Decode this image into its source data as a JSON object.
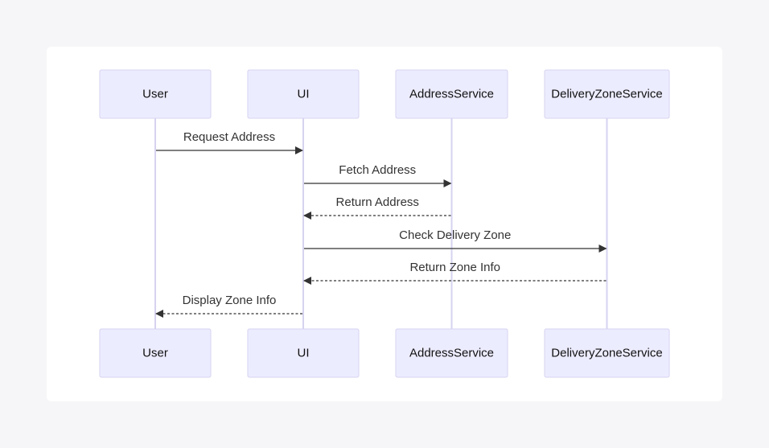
{
  "participants": [
    {
      "id": "user",
      "label": "User"
    },
    {
      "id": "ui",
      "label": "UI"
    },
    {
      "id": "address",
      "label": "AddressService"
    },
    {
      "id": "zone",
      "label": "DeliveryZoneService"
    }
  ],
  "messages": [
    {
      "from": "user",
      "to": "ui",
      "label": "Request Address",
      "style": "solid"
    },
    {
      "from": "ui",
      "to": "address",
      "label": "Fetch Address",
      "style": "solid"
    },
    {
      "from": "address",
      "to": "ui",
      "label": "Return Address",
      "style": "dashed"
    },
    {
      "from": "ui",
      "to": "zone",
      "label": "Check Delivery Zone",
      "style": "solid"
    },
    {
      "from": "zone",
      "to": "ui",
      "label": "Return Zone Info",
      "style": "dashed"
    },
    {
      "from": "ui",
      "to": "user",
      "label": "Display Zone Info",
      "style": "dashed"
    }
  ],
  "colors": {
    "actor_fill": "#ececff",
    "actor_border": "#d6d3f0",
    "lifeline": "#d6d3f0",
    "arrow": "#333333"
  }
}
